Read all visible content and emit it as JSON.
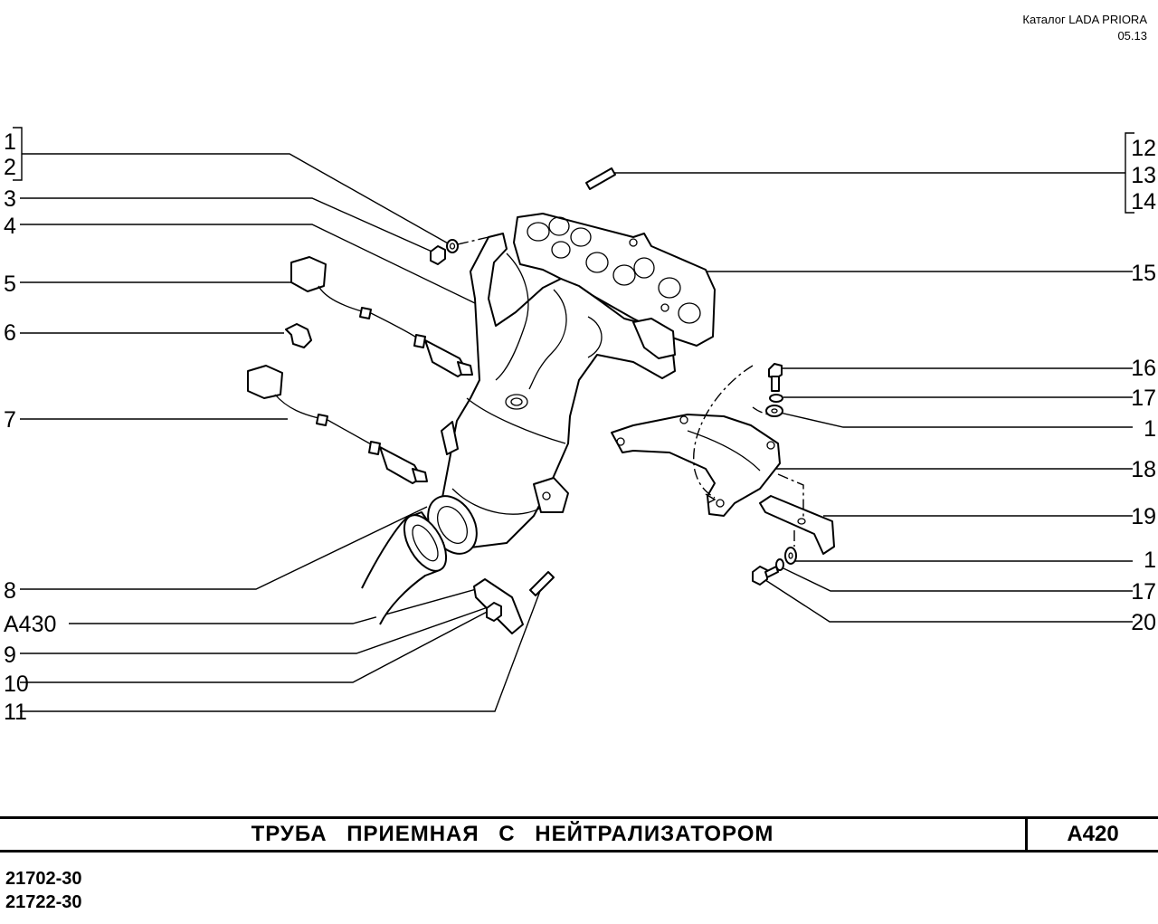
{
  "header": {
    "catalog": "Каталог  LADA  PRIORA",
    "date": "05.13"
  },
  "callouts": {
    "left": [
      "1",
      "2",
      "3",
      "4",
      "5",
      "6",
      "7",
      "8",
      "A430",
      "9",
      "10",
      "11"
    ],
    "right": [
      "12",
      "13",
      "14",
      "15",
      "16",
      "17",
      "1",
      "18",
      "19",
      "1",
      "17",
      "20"
    ]
  },
  "title_bar": {
    "title": "ТРУБА   ПРИЕМНАЯ   С   НЕЙТРАЛИЗАТОРОМ",
    "code": "A420"
  },
  "models": [
    "21702-30",
    "21722-30"
  ]
}
